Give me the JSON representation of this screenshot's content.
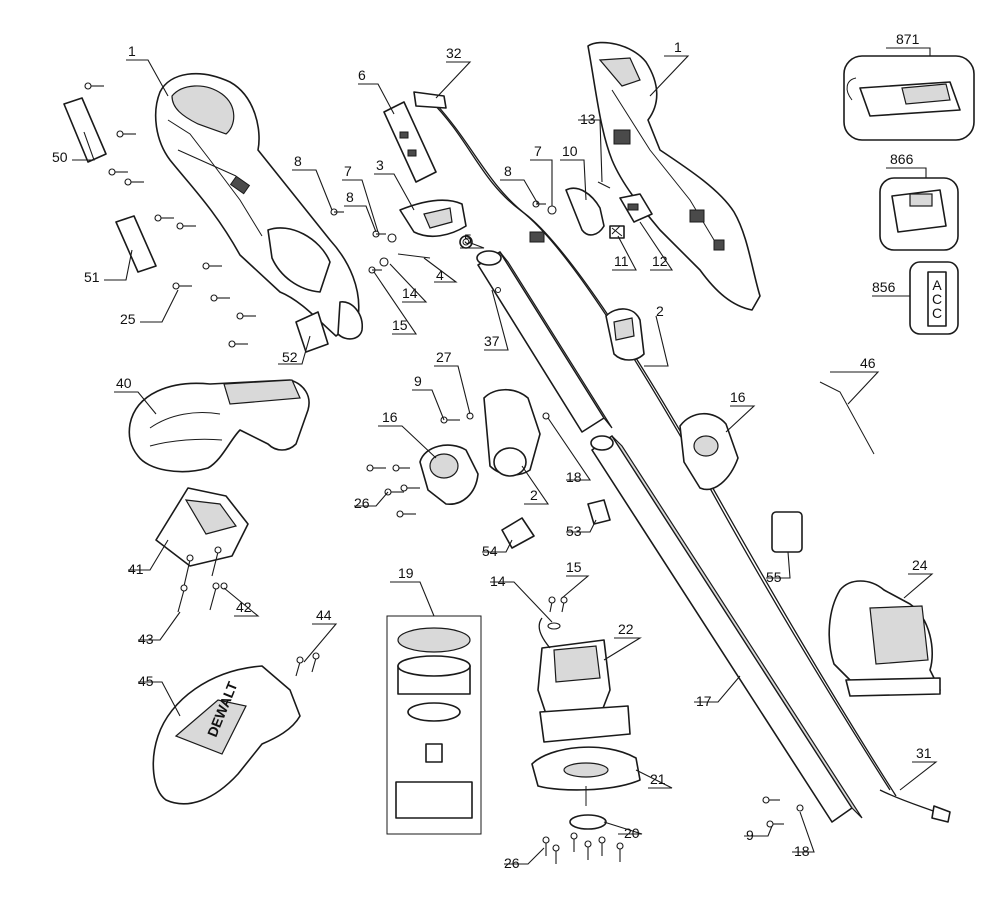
{
  "diagram": {
    "callouts": [
      {
        "id": "c1a",
        "text": "1"
      },
      {
        "id": "c50",
        "text": "50"
      },
      {
        "id": "c51",
        "text": "51"
      },
      {
        "id": "c25",
        "text": "25"
      },
      {
        "id": "c52",
        "text": "52"
      },
      {
        "id": "c6",
        "text": "6"
      },
      {
        "id": "c32",
        "text": "32"
      },
      {
        "id": "c8a",
        "text": "8"
      },
      {
        "id": "c7a",
        "text": "7"
      },
      {
        "id": "c3",
        "text": "3"
      },
      {
        "id": "c8b",
        "text": "8"
      },
      {
        "id": "c4",
        "text": "4"
      },
      {
        "id": "c5",
        "text": "5"
      },
      {
        "id": "c14a",
        "text": "14"
      },
      {
        "id": "c15a",
        "text": "15"
      },
      {
        "id": "c37",
        "text": "37"
      },
      {
        "id": "c1b",
        "text": "1"
      },
      {
        "id": "c13",
        "text": "13"
      },
      {
        "id": "c8c",
        "text": "8"
      },
      {
        "id": "c7b",
        "text": "7"
      },
      {
        "id": "c10",
        "text": "10"
      },
      {
        "id": "c11",
        "text": "11"
      },
      {
        "id": "c12",
        "text": "12"
      },
      {
        "id": "c2a",
        "text": "2"
      },
      {
        "id": "c871",
        "text": "871"
      },
      {
        "id": "c866",
        "text": "866"
      },
      {
        "id": "c856",
        "text": "856"
      },
      {
        "id": "c46",
        "text": "46"
      },
      {
        "id": "c16b",
        "text": "16"
      },
      {
        "id": "c40",
        "text": "40"
      },
      {
        "id": "c9a",
        "text": "9"
      },
      {
        "id": "c27",
        "text": "27"
      },
      {
        "id": "c16a",
        "text": "16"
      },
      {
        "id": "c26a",
        "text": "26"
      },
      {
        "id": "c2b",
        "text": "2"
      },
      {
        "id": "c18a",
        "text": "18"
      },
      {
        "id": "c53",
        "text": "53"
      },
      {
        "id": "c54",
        "text": "54"
      },
      {
        "id": "c41",
        "text": "41"
      },
      {
        "id": "c42",
        "text": "42"
      },
      {
        "id": "c43",
        "text": "43"
      },
      {
        "id": "c44",
        "text": "44"
      },
      {
        "id": "c45",
        "text": "45"
      },
      {
        "id": "c19",
        "text": "19"
      },
      {
        "id": "c14b",
        "text": "14"
      },
      {
        "id": "c15b",
        "text": "15"
      },
      {
        "id": "c22",
        "text": "22"
      },
      {
        "id": "c21",
        "text": "21"
      },
      {
        "id": "c20",
        "text": "20"
      },
      {
        "id": "c26b",
        "text": "26"
      },
      {
        "id": "c17",
        "text": "17"
      },
      {
        "id": "c55",
        "text": "55"
      },
      {
        "id": "c24",
        "text": "24"
      },
      {
        "id": "c31",
        "text": "31"
      },
      {
        "id": "c9b",
        "text": "9"
      },
      {
        "id": "c18b",
        "text": "18"
      }
    ],
    "label_856_text": [
      "A",
      "C",
      "C"
    ],
    "guard_brand": "DEWALT"
  }
}
